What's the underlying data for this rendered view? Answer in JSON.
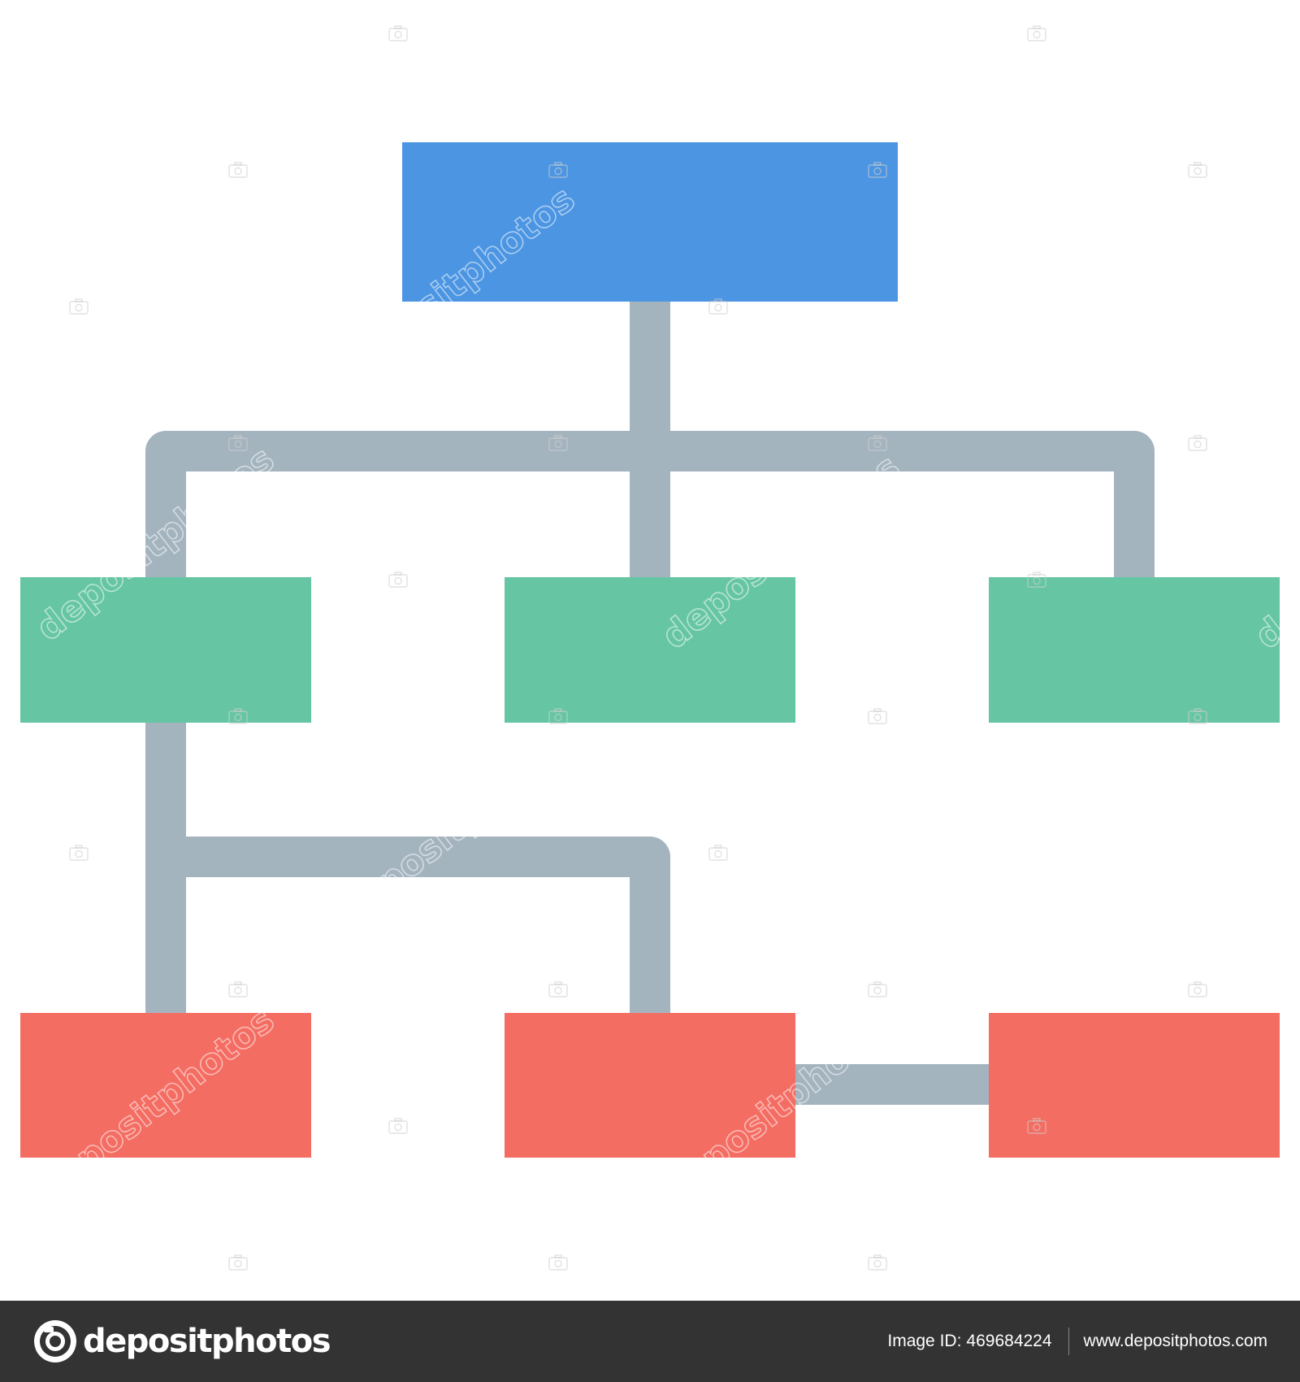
{
  "diagram": {
    "type": "hierarchy-flowchart",
    "colors": {
      "root": "#4c95e2",
      "level2": "#66c6a4",
      "level3": "#f46d63",
      "connector": "#a4b4bf",
      "background": "#ffffff"
    },
    "nodes": [
      {
        "id": "root",
        "level": 1,
        "color": "root"
      },
      {
        "id": "mid-left",
        "level": 2,
        "color": "level2"
      },
      {
        "id": "mid-center",
        "level": 2,
        "color": "level2"
      },
      {
        "id": "mid-right",
        "level": 2,
        "color": "level2"
      },
      {
        "id": "bottom-left",
        "level": 3,
        "color": "level3"
      },
      {
        "id": "bottom-center",
        "level": 3,
        "color": "level3"
      },
      {
        "id": "bottom-right",
        "level": 3,
        "color": "level3"
      }
    ],
    "edges": [
      {
        "from": "root",
        "to": "mid-left"
      },
      {
        "from": "root",
        "to": "mid-center"
      },
      {
        "from": "root",
        "to": "mid-right"
      },
      {
        "from": "mid-left",
        "to": "bottom-left"
      },
      {
        "from": "mid-left",
        "to": "bottom-center"
      },
      {
        "from": "bottom-center",
        "to": "bottom-right"
      }
    ]
  },
  "watermark": {
    "text": "depositphotos",
    "icon": "camera-icon"
  },
  "footer": {
    "brand_name": "depositphotos",
    "brand_icon": "depositphotos-logo-icon",
    "image_id_label": "Image ID:",
    "image_id": "469684224",
    "website": "www.depositphotos.com",
    "background": "#333333"
  }
}
